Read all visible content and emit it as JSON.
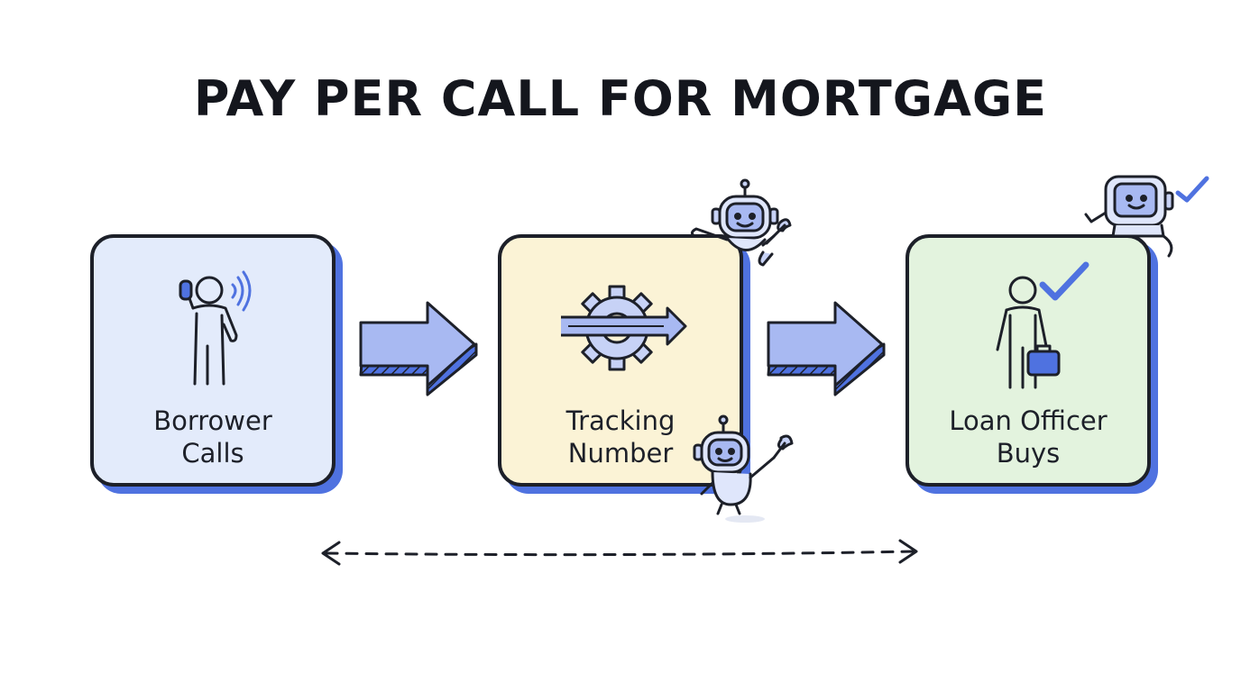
{
  "title": "PAY PER CALL FOR MORTGAGE",
  "steps": [
    {
      "line1": "Borrower",
      "line2": "Calls",
      "icon": "person-phone-icon",
      "fill": "#e3ebfb"
    },
    {
      "line1": "Tracking",
      "line2": "Number",
      "icon": "gear-arrow-icon",
      "fill": "#fbf3d6"
    },
    {
      "line1": "Loan Officer",
      "line2": "Buys",
      "icon": "person-briefcase-check-icon",
      "fill": "#e3f3de"
    }
  ],
  "colors": {
    "outline": "#1d2029",
    "accent": "#4f72e0",
    "arrow_fill": "#a8b9f2"
  }
}
